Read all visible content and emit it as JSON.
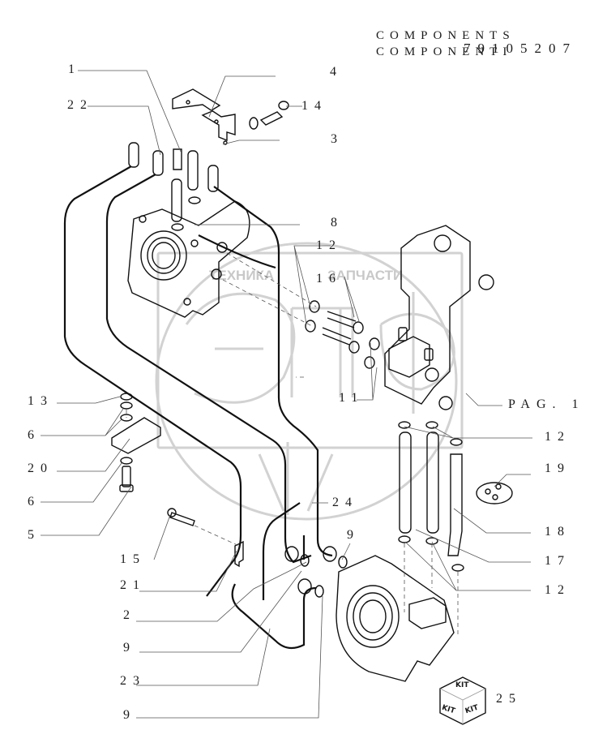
{
  "header": {
    "title_en": "COMPONENTS",
    "title_it": "COMPONENTI",
    "doc_number": "79105207"
  },
  "watermark": {
    "left_text": "ТЕХНИКА",
    "right_text": "ЗАПЧАСТИ",
    "logo": "ЭПФ"
  },
  "callouts": {
    "c1": "1",
    "c22": "22",
    "c4": "4",
    "c14": "14",
    "c3": "3",
    "c8": "8",
    "c12a": "12",
    "c16": "16",
    "c11": "11",
    "pag": "PAG. 1",
    "c13": "13",
    "c6a": "6",
    "c20": "20",
    "c6b": "6",
    "c5": "5",
    "c12b": "12",
    "c19": "19",
    "c24": "24",
    "c18": "18",
    "c9a": "9",
    "c17": "17",
    "c15": "15",
    "c21": "21",
    "c12c": "12",
    "c2": "2",
    "c9b": "9",
    "c23": "23",
    "c9c": "9",
    "c25": "25"
  },
  "kit": {
    "label": "KIT"
  }
}
